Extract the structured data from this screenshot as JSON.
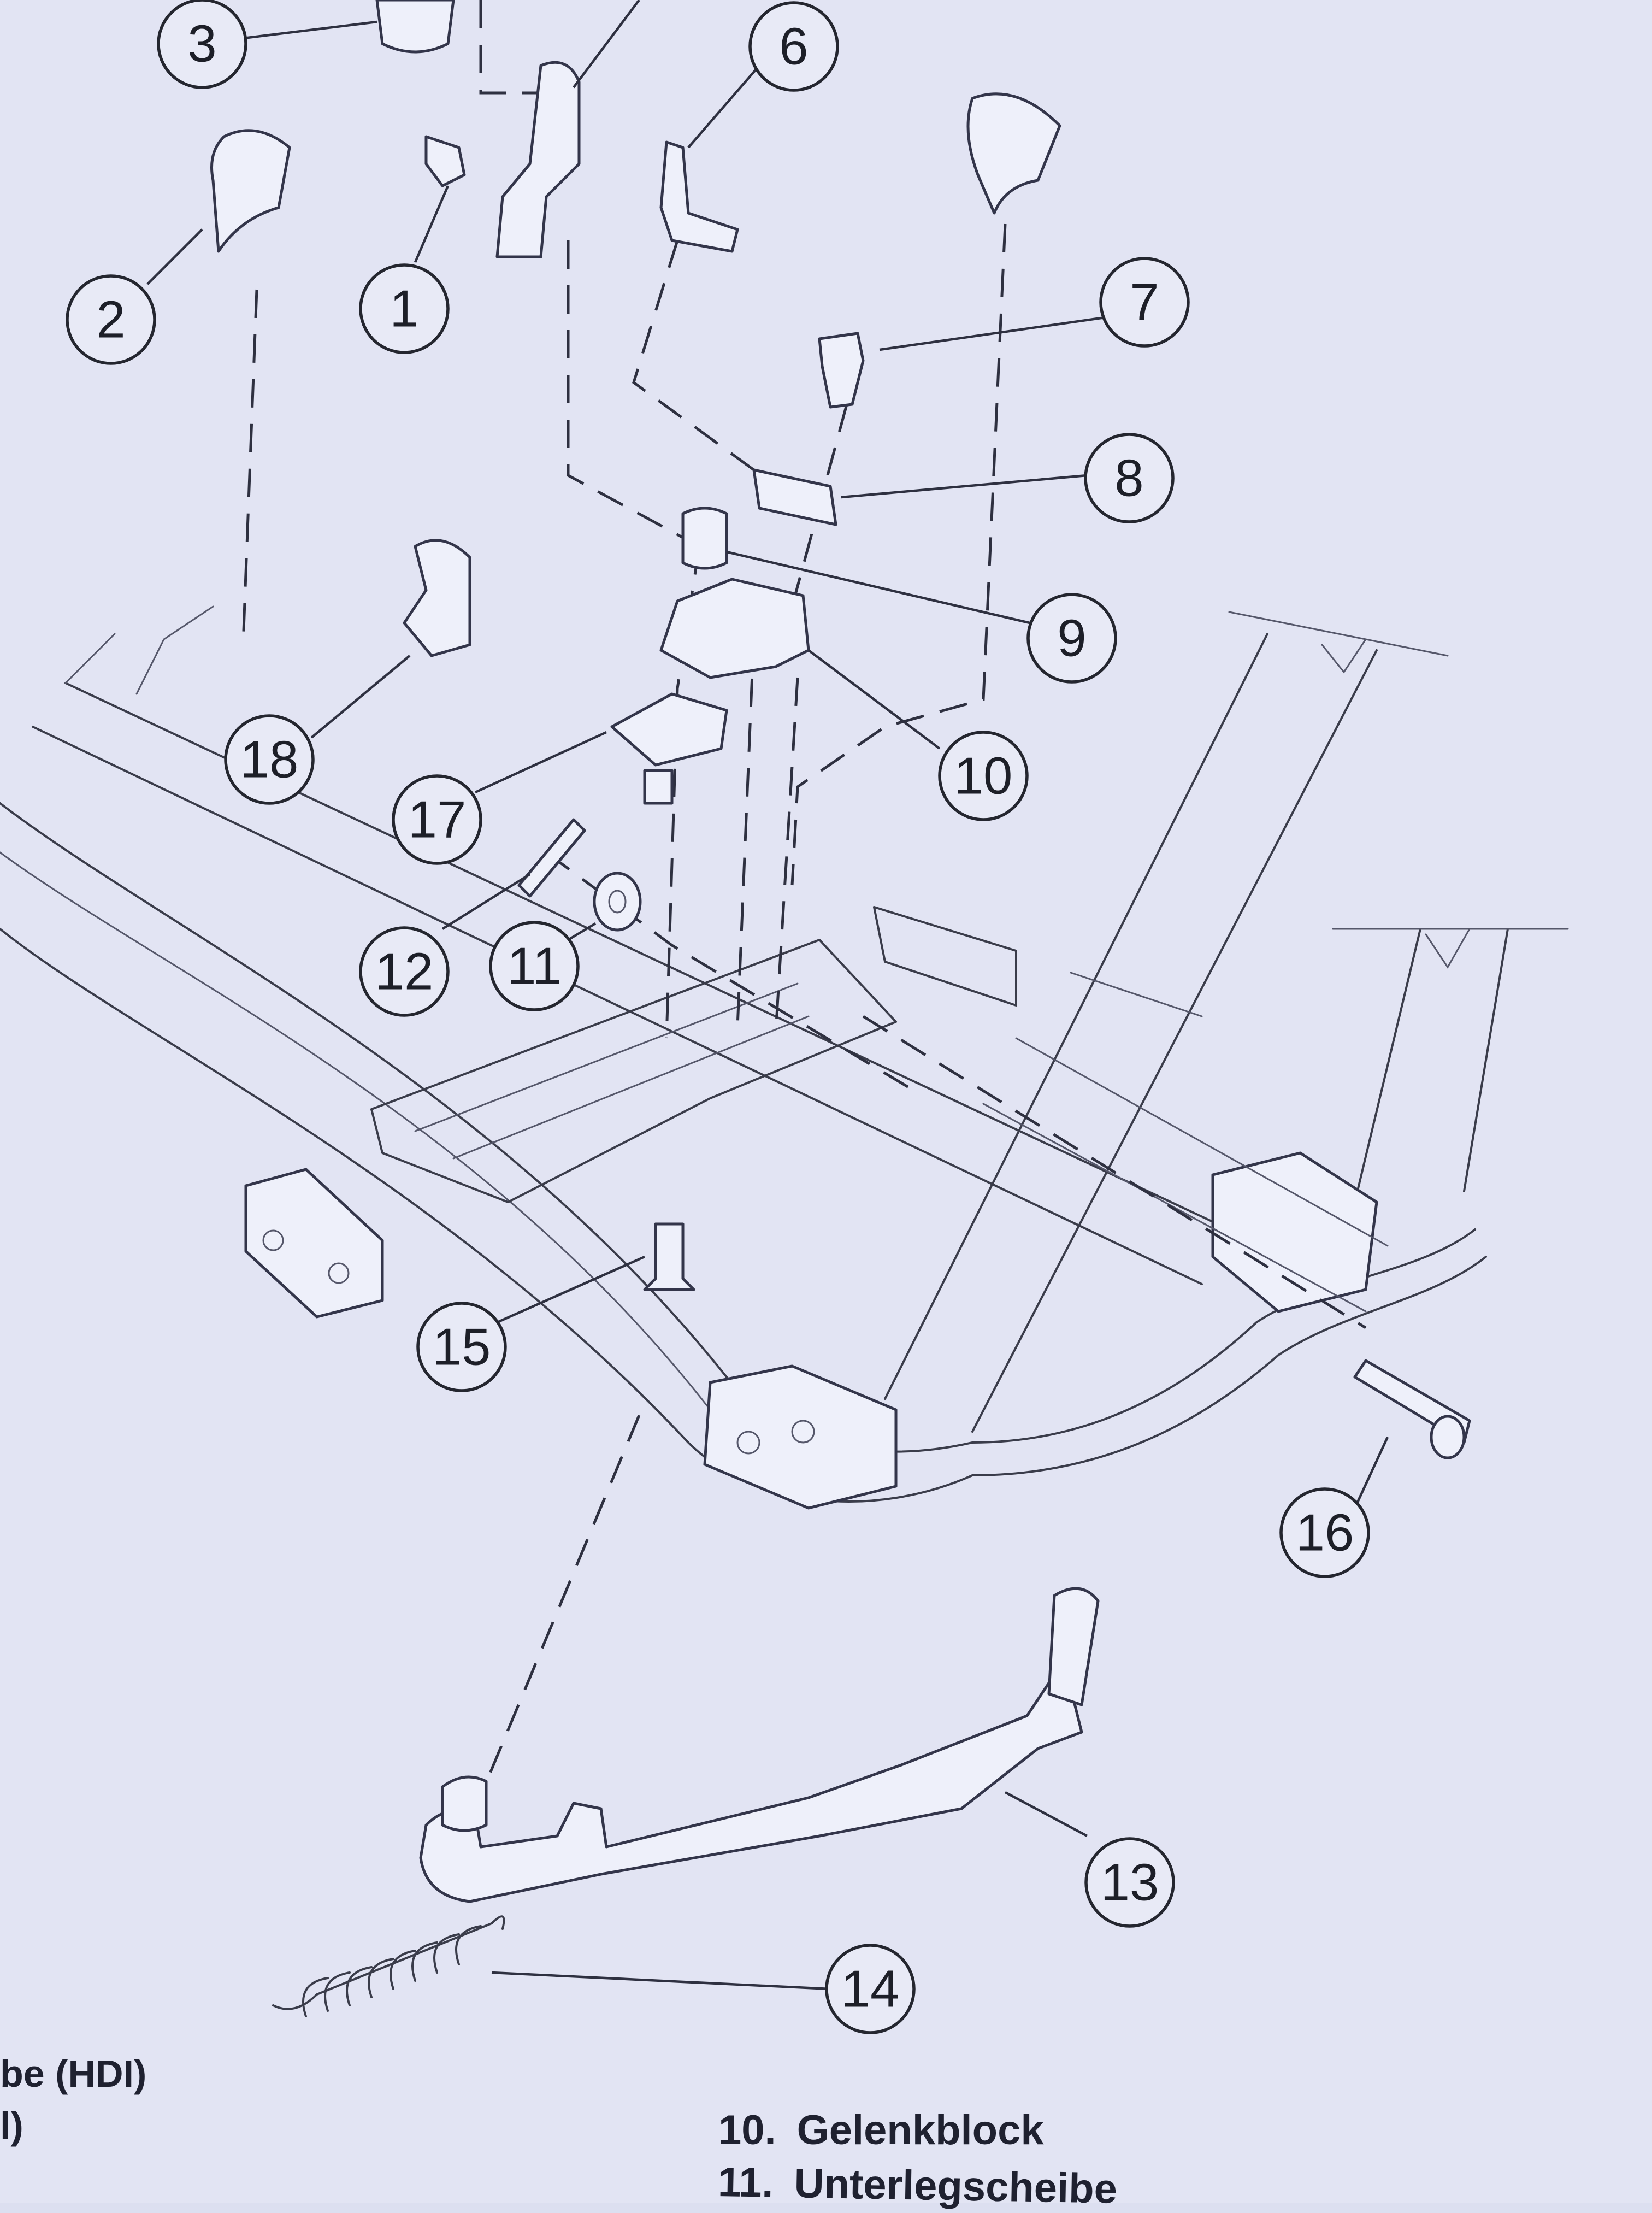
{
  "diagram": {
    "callouts": [
      "1",
      "2",
      "3",
      "6",
      "7",
      "8",
      "9",
      "10",
      "11",
      "12",
      "13",
      "14",
      "15",
      "16",
      "17",
      "18"
    ]
  },
  "legend": {
    "left_partial": [
      "be (HDI)",
      "l)"
    ],
    "items": [
      {
        "number": "10.",
        "label": "Gelenkblock"
      },
      {
        "number": "11.",
        "label": "Unterlegscheibe"
      }
    ]
  }
}
